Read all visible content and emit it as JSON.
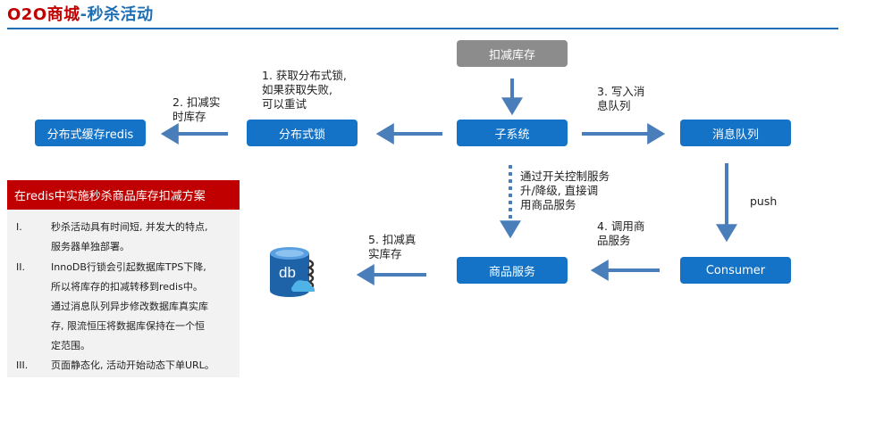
{
  "header": {
    "title_prefix": "O2O商城",
    "title_suffix": "-秒杀活动"
  },
  "boxes": {
    "deduct_stock": "扣减库存",
    "redis_cache": "分布式缓存redis",
    "dist_lock": "分布式锁",
    "subsystem": "子系统",
    "mq": "消息队列",
    "goods_service": "商品服务",
    "consumer": "Consumer",
    "db": "db"
  },
  "labels": {
    "step1": "1. 获取分布式锁,\n如果获取失败,\n可以重试",
    "step2": "2. 扣减实\n时库存",
    "step3": "3. 写入消\n息队列",
    "switch": "通过开关控制服务\n升/降级, 直接调\n用商品服务",
    "push": "push",
    "step4": "4. 调用商\n品服务",
    "step5": "5. 扣减真\n实库存"
  },
  "panel": {
    "heading": "在redis中实施秒杀商品库存扣减方案",
    "items": [
      {
        "num": "I.",
        "text": "秒杀活动具有时间短, 并发大的特点,\n服务器单独部署。"
      },
      {
        "num": "II.",
        "text": "InnoDB行锁会引起数据库TPS下降,\n所以将库存的扣减转移到redis中。\n通过消息队列异步修改数据库真实库\n存, 限流恒压将数据库保持在一个恒\n定范围。"
      },
      {
        "num": "III.",
        "text": "页面静态化, 活动开始动态下单URL。"
      }
    ]
  },
  "colors": {
    "brand_red": "#c00000",
    "brand_blue": "#1f6fb5",
    "box_blue": "#1473c6",
    "box_gray": "#8c8c8c",
    "arrow": "#4a7ebb"
  }
}
